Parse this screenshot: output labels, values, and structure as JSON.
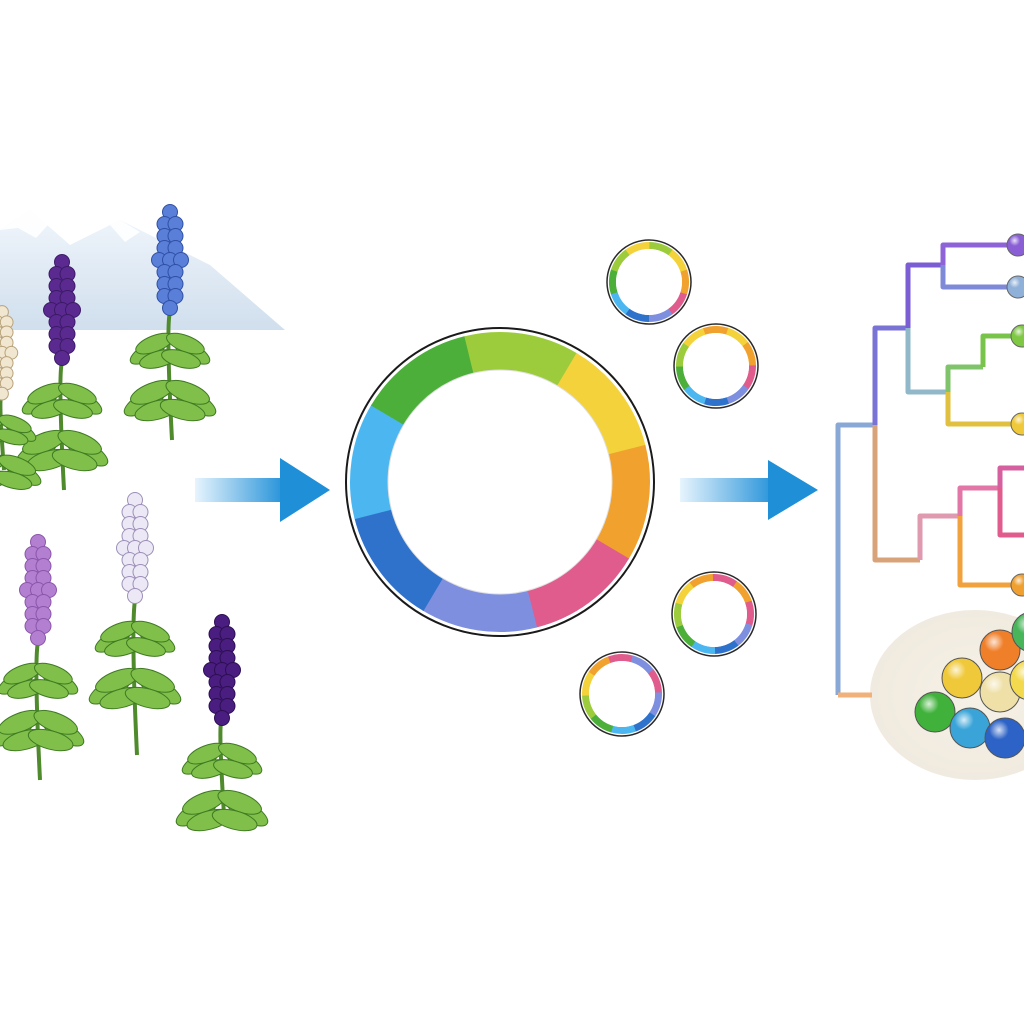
{
  "diagram": {
    "panels": [
      {
        "id": "plants",
        "label": ""
      },
      {
        "id": "genome",
        "label": ""
      },
      {
        "id": "phylogeny",
        "label": ""
      }
    ],
    "colors": {
      "flower_blue": "#5a7fd8",
      "flower_purple": "#5b2a91",
      "flower_violet": "#b37fd1",
      "flower_white": "#ece8f5",
      "flower_cream": "#f1e6cf",
      "leaf": "#7fbf4a",
      "stem": "#4f8a2d",
      "mountain": "#dbe7f1",
      "arrow": "#1f8fd8",
      "node": "#9a5fd4"
    },
    "genome_ring_colors": [
      "#9ccc3c",
      "#f3d23b",
      "#f1a12d",
      "#e05c8d",
      "#7f8fe0",
      "#2f72cc",
      "#4cb6f0",
      "#4caf3a"
    ],
    "mini_ring_count": 4,
    "tree_leaf_count": 8,
    "cluster_ball_colors": [
      "#f0c93a",
      "#f07f2a",
      "#efe0a8",
      "#40b23b",
      "#3aa4d8",
      "#2d63c6",
      "#48b55a",
      "#f3d94e"
    ]
  }
}
